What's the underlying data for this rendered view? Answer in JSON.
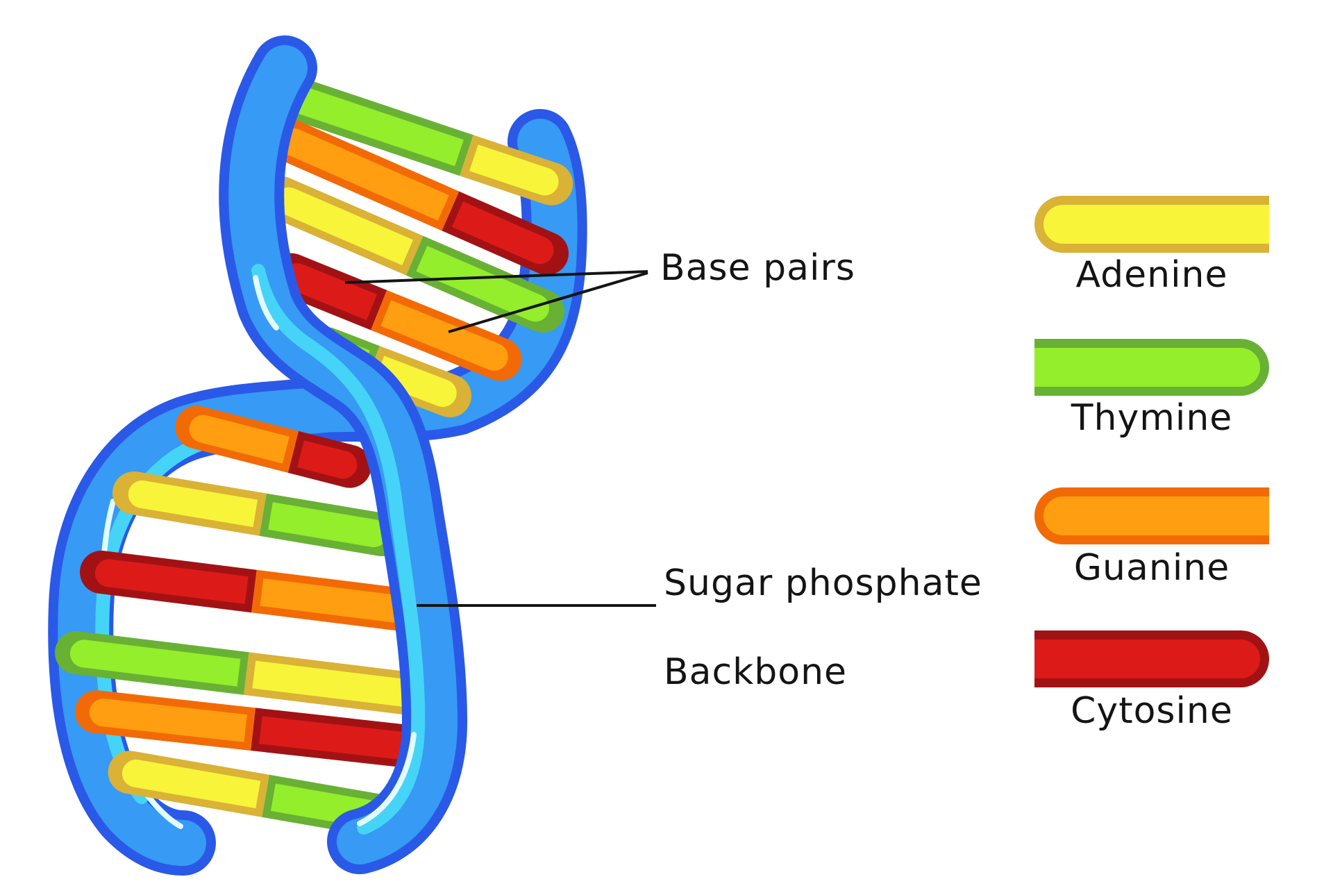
{
  "diagram": {
    "type": "dna-structure-diagram",
    "background": "#ffffff",
    "annotations": {
      "base_pairs": "Base pairs",
      "backbone_line1": "Sugar phosphate",
      "backbone_line2": "Backbone"
    },
    "legend": {
      "items": [
        {
          "id": "adenine",
          "label": "Adenine",
          "fill": "#f8f43a",
          "border": "#d9b236",
          "cap": "left"
        },
        {
          "id": "thymine",
          "label": "Thymine",
          "fill": "#94ee2b",
          "border": "#68b135",
          "cap": "right"
        },
        {
          "id": "guanine",
          "label": "Guanine",
          "fill": "#ff9e10",
          "border": "#f26a05",
          "cap": "left"
        },
        {
          "id": "cytosine",
          "label": "Cytosine",
          "fill": "#dc1b18",
          "border": "#a21214",
          "cap": "right"
        }
      ]
    },
    "helix": {
      "strand": {
        "fill": "#379af4",
        "border": "#2a59e8",
        "highlight": "#45d4f7",
        "highlight_light": "#e2fbff"
      },
      "bases": {
        "adenine": {
          "fill": "#f8f43a",
          "border": "#d9b236"
        },
        "thymine": {
          "fill": "#94ee2b",
          "border": "#68b135"
        },
        "guanine": {
          "fill": "#ff9e10",
          "border": "#f26a05"
        },
        "cytosine": {
          "fill": "#dc1b18",
          "border": "#a21214"
        }
      },
      "rungs_upper": [
        {
          "from": [
            398,
            132
          ],
          "to": [
            795,
            265
          ],
          "split": 0.69,
          "pair": [
            "thymine",
            "adenine"
          ]
        },
        {
          "from": [
            412,
            200
          ],
          "to": [
            788,
            365
          ],
          "split": 0.63,
          "pair": [
            "guanine",
            "cytosine"
          ]
        },
        {
          "from": [
            405,
            285
          ],
          "to": [
            782,
            448
          ],
          "split": 0.51,
          "pair": [
            "adenine",
            "thymine"
          ]
        },
        {
          "from": [
            418,
            395
          ],
          "to": [
            722,
            518
          ],
          "split": 0.42,
          "pair": [
            "cytosine",
            "guanine"
          ]
        },
        {
          "from": [
            470,
            502
          ],
          "to": [
            648,
            570
          ],
          "split": 0.37,
          "pair": [
            "thymine",
            "adenine"
          ]
        }
      ],
      "rungs_lower": [
        {
          "from": [
            282,
            615
          ],
          "to": [
            505,
            672
          ],
          "split": 0.63,
          "pair": [
            "guanine",
            "cytosine"
          ]
        },
        {
          "from": [
            193,
            710
          ],
          "to": [
            550,
            770
          ],
          "split": 0.52,
          "pair": [
            "adenine",
            "thymine"
          ]
        },
        {
          "from": [
            146,
            824
          ],
          "to": [
            595,
            880
          ],
          "split": 0.49,
          "pair": [
            "cytosine",
            "guanine"
          ]
        },
        {
          "from": [
            110,
            940
          ],
          "to": [
            615,
            1002
          ],
          "split": 0.485,
          "pair": [
            "thymine",
            "adenine"
          ]
        },
        {
          "from": [
            138,
            1025
          ],
          "to": [
            615,
            1078
          ],
          "split": 0.475,
          "pair": [
            "guanine",
            "cytosine"
          ]
        },
        {
          "from": [
            185,
            1112
          ],
          "to": [
            565,
            1178
          ],
          "split": 0.52,
          "pair": [
            "adenine",
            "thymine"
          ]
        }
      ]
    }
  }
}
